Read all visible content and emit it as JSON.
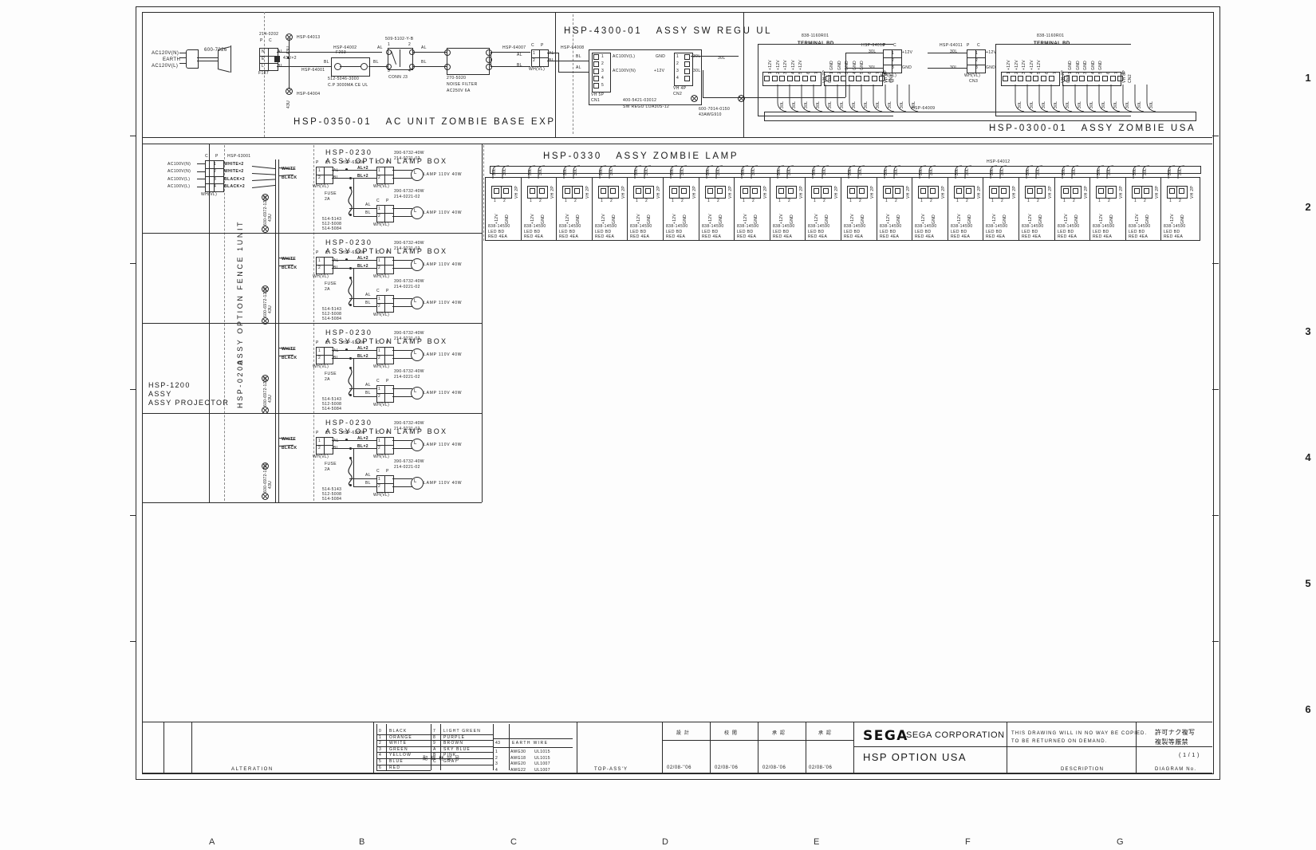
{
  "drawing": {
    "title": "HSP OPTION USA",
    "company": "SEGA CORPORATION",
    "logo": "SEGA",
    "notice_line1": "THIS DRAWING WILL IN NO WAY BE COPIED.",
    "notice_line2": "TO BE RETURNED ON DEMAND.",
    "jp_notice_line1": "許可ナク複写",
    "jp_notice_line2": "複製等厳禁",
    "sheet": "( 1 / 1 )",
    "label_description": "DESCRIPTION",
    "label_diagram_no": "DIAGRAM No.",
    "label_alteration": "ALTERATION",
    "label_topass": "TOP-ASS'Y",
    "zones_right": [
      "1",
      "2",
      "3",
      "4",
      "5",
      "6"
    ],
    "zones_bottom": [
      "A",
      "B",
      "C",
      "D",
      "E",
      "F",
      "G"
    ]
  },
  "sections": [
    {
      "code": "HSP-0350-01",
      "name": "AC UNIT ZOMBIE BASE EXP"
    },
    {
      "code": "HSP-4300-01",
      "name": "ASSY SW REGU UL"
    },
    {
      "code": "HSP-0300-01",
      "name": "ASSY ZOMBIE USA"
    },
    {
      "code": "HSP-0330",
      "name": "ASSY ZOMBIE LAMP"
    },
    {
      "code": "HSP-0230",
      "name": "ASSY OPTION LAMP BOX"
    },
    {
      "code": "HSP-0200",
      "name": "ASSY OPTION FENCE 1UNIT"
    },
    {
      "code": "HSP-1200",
      "name": "ASSY PROJECTOR"
    }
  ],
  "ac_unit": {
    "inlet_labels": [
      "AC120V(N)",
      "EARTH",
      "AC120V(L)"
    ],
    "plug_part": "600-7326",
    "conn_part": "214-0202",
    "conn_pins": [
      "N",
      "E",
      "L"
    ],
    "conn_head": [
      "P",
      "C"
    ],
    "conn_foot": "F187",
    "wire_al": "AL",
    "wire_bl": "BL",
    "wire_green": "43U×2",
    "harness_top": "HSP-64013",
    "harness_bottom": "HSP-64004",
    "harness_fuse": "HSP-64001",
    "harness_sw": "HSP-64002",
    "fuse_label": "F203",
    "fuse_part1": "512-5046-3000",
    "fuse_part2": "C.P 3000MA CE UL",
    "switch_part": "509-5102-Y-B",
    "switch_name": "CONN J3",
    "switch_pins": [
      "1",
      "2",
      "3",
      "4"
    ],
    "filter_part": "270-5020",
    "filter_name1": "NOISE FILTER",
    "filter_name2": "AC250V 6A",
    "out_harness1": "HSP-64007",
    "out_harness2": "HSP-64008",
    "green_code_top": "43U",
    "green_code_bottom": "43U"
  },
  "sw_regu": {
    "conn_head": [
      "C",
      "P"
    ],
    "conn_pins": [
      "1",
      "2"
    ],
    "conn_foot": "WH(VL)",
    "reg_conn1_name": "VH 5P",
    "reg_conn1_ref": "CN1",
    "reg_conn1_pins": [
      "1",
      "2",
      "3",
      "4",
      "5"
    ],
    "reg_in_labels": [
      "AC100V(L)",
      "AC100V(N)"
    ],
    "reg_part": "400-5421-03012",
    "reg_name": "SW REGU LOA30S-12",
    "reg_conn2_name": "VH 4P",
    "reg_conn2_ref": "CN2",
    "reg_conn2_pins": [
      "1",
      "2",
      "3",
      "4"
    ],
    "reg_out_labels": [
      "GND",
      "+12V"
    ],
    "out_wire1": "30L",
    "out_wire2": "30L",
    "cable_part": "600-7014-0150",
    "cable_spec": "43AWG910",
    "harness": "HSP-64010",
    "term_conn_head": [
      "P",
      "C"
    ],
    "term_conn_pins": [
      "1",
      "2",
      "3"
    ],
    "term_conn_foot": "WH(VL)",
    "term_conn_ref": "CN3",
    "term_pin_labels": [
      "+12V",
      "GND"
    ]
  },
  "terminal_boards": [
    {
      "part": "838-1160R01",
      "name": "TERMINAL BD",
      "harness": "HSP-64010",
      "in_conn_pins": [
        "1",
        "2",
        "3"
      ],
      "in_labels": [
        "+12V",
        "GND"
      ],
      "in_wires": [
        "30L",
        "30L"
      ],
      "conn1_name": "VH 7P",
      "conn1_ref": "CN1",
      "conn1_pins": [
        "1",
        "2",
        "3",
        "4",
        "5",
        "6",
        "7"
      ],
      "conn1_labels": [
        "+12V",
        "+12V",
        "+12V",
        "+12V",
        "+12V"
      ],
      "conn2_name": "VH 8P",
      "conn2_ref": "CN2",
      "conn2_pins": [
        "1",
        "2",
        "3",
        "4",
        "5",
        "6",
        "7",
        "8"
      ],
      "conn2_labels": [
        "GND",
        "GND",
        "GND",
        "GND",
        "GND"
      ]
    },
    {
      "part": "838-1160R01",
      "name": "TERMINAL BD",
      "harness": "HSP-64011",
      "in_conn_pins": [
        "1",
        "2",
        "3"
      ],
      "in_labels": [
        "+12V",
        "GND"
      ],
      "in_wires": [
        "30L",
        "30L"
      ],
      "conn1_name": "VH 7P",
      "conn1_ref": "CN1",
      "conn1_pins": [
        "1",
        "2",
        "3",
        "4",
        "5",
        "6",
        "7"
      ],
      "conn1_labels": [
        "+12V",
        "+12V",
        "+12V",
        "+12V",
        "+12V"
      ],
      "conn2_name": "VH 8P",
      "conn2_ref": "CN2",
      "conn2_pins": [
        "1",
        "2",
        "3",
        "4",
        "5",
        "6",
        "7",
        "8"
      ],
      "conn2_labels": [
        "GND",
        "GND",
        "GND",
        "GND",
        "GND"
      ]
    }
  ],
  "bus": {
    "harness_left": "HSP-64009",
    "harness_right": "HSP-64012"
  },
  "led_board": {
    "part": "838-14590",
    "name_line1": "LED BD",
    "name_line2": "RED 4EA",
    "conn_name": "VH 2P",
    "pins": [
      "1",
      "2"
    ],
    "pin_labels": [
      "+12V",
      "GND"
    ],
    "wire_labels": [
      "30L",
      "30L"
    ],
    "count": 20
  },
  "fence": {
    "code": "HSP-0200",
    "name": "ASSY OPTION FENCE 1UNIT",
    "conn_head": [
      "C",
      "P"
    ],
    "conn_pins": [
      "1",
      "2",
      "3",
      "4"
    ],
    "conn_foot": "WH(VL)",
    "in_labels": [
      "AC100V(N)",
      "AC100V(N)",
      "AC100V(L)",
      "AC100V(L)"
    ],
    "wire_labels": [
      "WHITE×2",
      "WHITE×2",
      "BLACK×2",
      "BLACK×2"
    ],
    "harness": "HSP-63001",
    "cables": [
      {
        "part": "600-6972-1200",
        "spec": "43U"
      },
      {
        "part": "600-6972-1200",
        "spec": "43U"
      },
      {
        "part": "600-6972-1200",
        "spec": "43U"
      },
      {
        "part": "600-6972-1200",
        "spec": "43U"
      }
    ]
  },
  "lamp_box": {
    "code": "HSP-0230",
    "name": "ASSY OPTION LAMP BOX",
    "count": 4,
    "in_conn_head": [
      "P",
      "C"
    ],
    "in_conn_pins": [
      "1",
      "2"
    ],
    "in_conn_foot": "WH(VL)",
    "in_wire_labels": [
      "WHITE",
      "BLACK"
    ],
    "mid_wire_labels": [
      "AL",
      "BL"
    ],
    "branch_labels": [
      "AL×2",
      "BL×2"
    ],
    "harness_in": "HSP-63001",
    "harness_mid": "HSP-63006",
    "out_conn_head": [
      "C",
      "P"
    ],
    "out_conn_pins": [
      "1",
      "2"
    ],
    "out_conn_foot": "WH(VL)",
    "fuse_label_line1": "FUSE",
    "fuse_label_line2": "2A",
    "fuse_part1": "514-5143",
    "fuse_part2": "512-5008",
    "fuse_part3": "514-5084",
    "lamp_part1": "390-6732-40W",
    "lamp_part2": "214-0221-02",
    "lamp_text": "LAMP 110V 40W",
    "lamp_glyph": "L"
  },
  "legend": {
    "colors_col1": [
      {
        "no": "0",
        "name": "BLACK"
      },
      {
        "no": "1",
        "name": "ORANGE"
      },
      {
        "no": "2",
        "name": "WHITE"
      },
      {
        "no": "3",
        "name": "GREEN"
      },
      {
        "no": "4",
        "name": "YELLOW"
      },
      {
        "no": "5",
        "name": "BLUE"
      },
      {
        "no": "6",
        "name": "RED"
      }
    ],
    "colors_col2": [
      {
        "no": "7",
        "name": "LIGHT GREEN"
      },
      {
        "no": "8",
        "name": "PURPLE"
      },
      {
        "no": "9",
        "name": "BROWN"
      },
      {
        "no": "A",
        "name": "SKY BLUE"
      },
      {
        "no": "B",
        "name": "PINK"
      },
      {
        "no": "C",
        "name": "GRAY"
      }
    ],
    "earth": {
      "no": "43",
      "name": "EARTH WIRE"
    },
    "awg": [
      {
        "no": "1",
        "a": "AWG30",
        "b": "UL1015"
      },
      {
        "no": "2",
        "a": "AWG18",
        "b": "UL1015"
      },
      {
        "no": "3",
        "a": "AWG20",
        "b": "UL1007"
      },
      {
        "no": "4",
        "a": "AWG22",
        "b": "UL1007"
      }
    ],
    "heading_jp": "記号表",
    "heading_colors": "配 線 材 記 号"
  },
  "revision": {
    "headers": [
      "設 計",
      "校 閲",
      "承 認",
      "承 認"
    ],
    "dates": [
      "02/08-''06",
      "02/08-'06",
      "02/08-'06",
      "02/08-'06"
    ]
  }
}
